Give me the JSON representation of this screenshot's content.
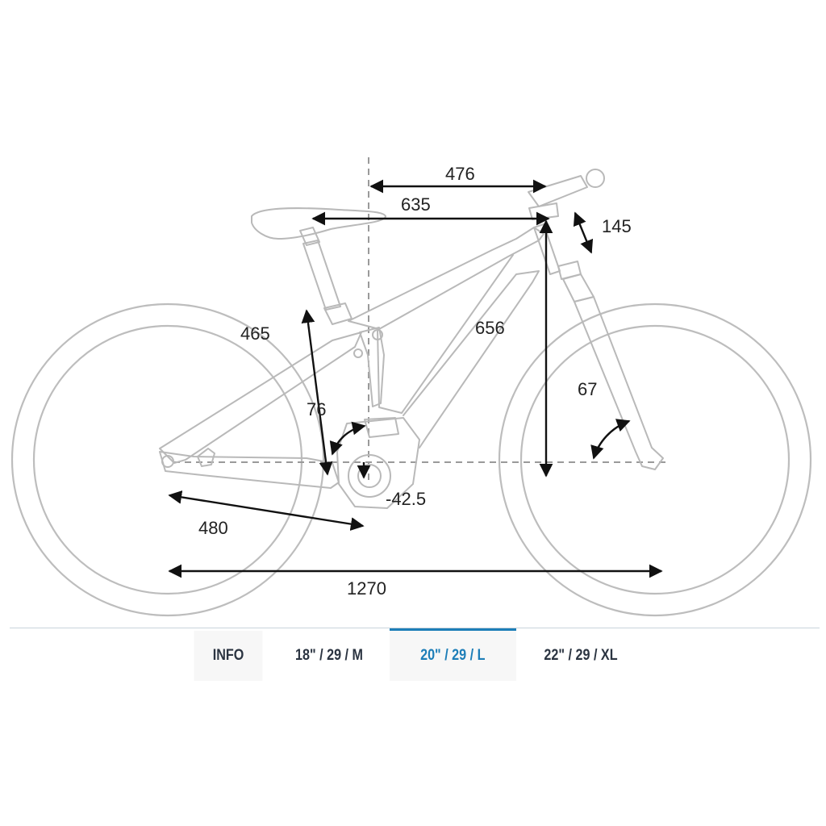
{
  "diagram": {
    "dimensions": {
      "reach": "476",
      "stack_top_tube": "635",
      "stem": "145",
      "seat_tube": "465",
      "head_tube_height": "656",
      "seat_angle": "76",
      "head_angle": "67",
      "bb_drop": "-42.5",
      "chainstay": "480",
      "wheelbase": "1270"
    }
  },
  "tabs": [
    {
      "label": "INFO",
      "active": false
    },
    {
      "label": "18\" / 29 / M",
      "active": false
    },
    {
      "label": "20\" / 29 / L",
      "active": true
    },
    {
      "label": "22\" / 29 / XL",
      "active": false
    }
  ],
  "colors": {
    "accent": "#1d7eb8",
    "line": "#b9b9b9",
    "text": "#2b3441"
  }
}
